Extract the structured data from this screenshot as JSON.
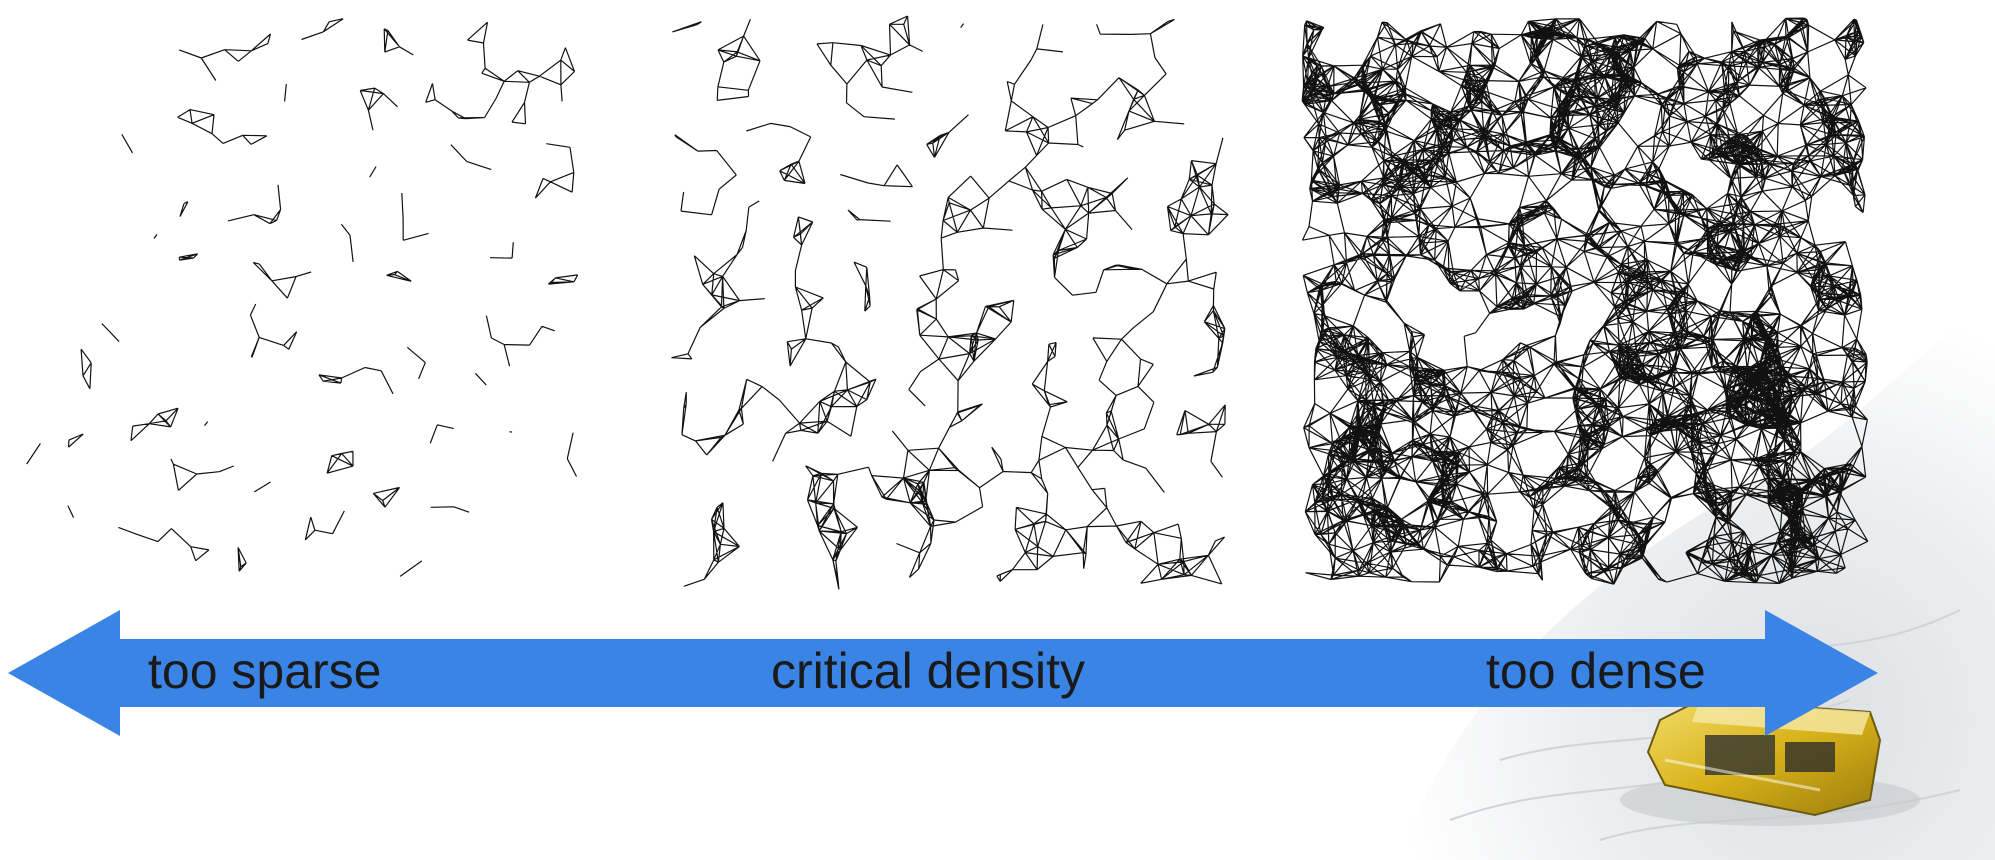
{
  "arrow": {
    "labels": [
      "too sparse",
      "critical density",
      "too dense"
    ],
    "color": "#3a84e6",
    "text_color": "#1a1a1a"
  },
  "panels": [
    {
      "name": "sparse-network",
      "density": "too sparse"
    },
    {
      "name": "critical-network",
      "density": "critical density"
    },
    {
      "name": "dense-network",
      "density": "too dense"
    }
  ],
  "colors": {
    "edge": "#111111",
    "background": "#ffffff",
    "snow": "#e9ecee",
    "device_yellow": "#d8b21a"
  }
}
